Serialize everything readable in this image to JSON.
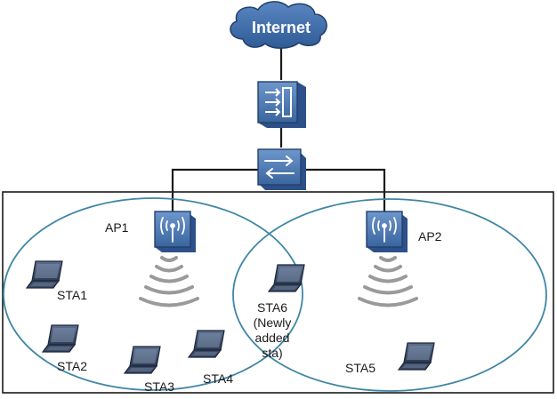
{
  "diagram": {
    "internet": {
      "label": "Internet"
    },
    "firewall": {
      "name": "firewall"
    },
    "switch": {
      "name": "switch"
    },
    "access_points": [
      {
        "label": "AP1"
      },
      {
        "label": "AP2"
      }
    ],
    "stations": {
      "sta1": "STA1",
      "sta2": "STA2",
      "sta3": "STA3",
      "sta4": "STA4",
      "sta5": "STA5",
      "sta6_lines": [
        "STA6",
        "(Newly",
        "added",
        "sta)"
      ]
    },
    "colors": {
      "device": "#4a7bb7",
      "cloud": "#3f6fae",
      "line": "#1a1a1a",
      "coverage": "#4a86a8",
      "laptop": "#2e3f5c"
    }
  }
}
